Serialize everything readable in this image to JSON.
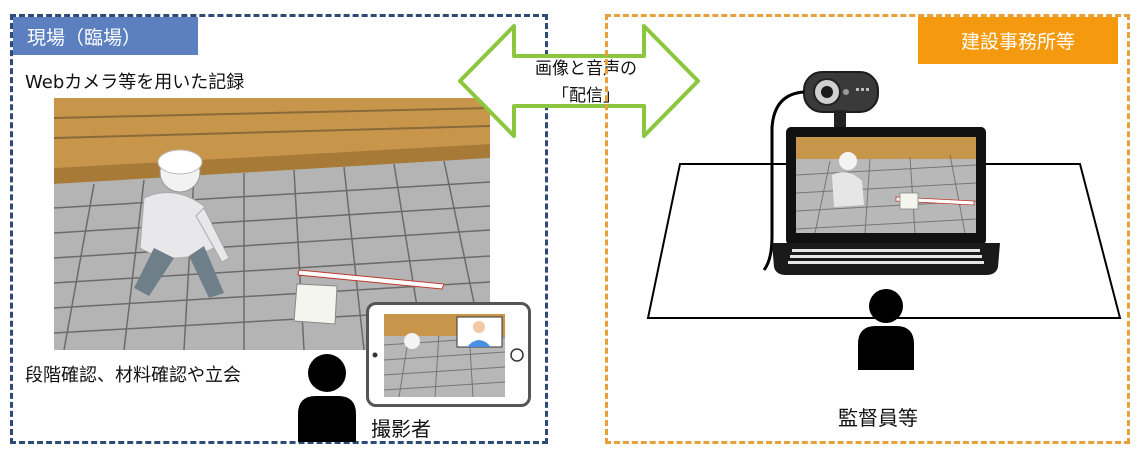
{
  "site": {
    "header": "現場（臨場）",
    "recording_caption": "Webカメラ等を用いた記録",
    "inspection_caption": "段階確認、材料確認や立会",
    "photographer_label": "撮影者"
  },
  "transfer": {
    "line1": "画像と音声の",
    "line2": "「配信」"
  },
  "office": {
    "header": "建設事務所等",
    "supervisor_label": "監督員等"
  },
  "colors": {
    "site_border": "#2e4a76",
    "site_header_bg": "#5b7fbf",
    "office_border": "#e8a13a",
    "office_header_bg": "#f59a0e",
    "arrow_outline": "#8cc63f"
  },
  "icons": [
    "person-icon",
    "tablet-icon",
    "webcam-icon",
    "laptop-icon",
    "double-arrow-icon"
  ]
}
